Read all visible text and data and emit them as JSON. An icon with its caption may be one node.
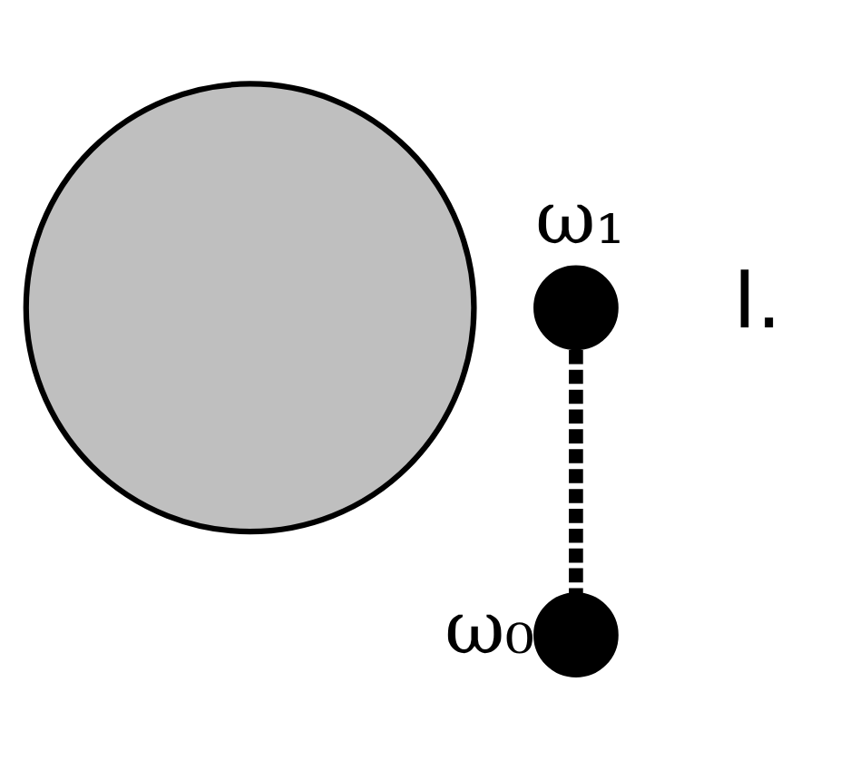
{
  "diagram": {
    "nodes": [
      {
        "text": [],
        "shape": "circle"
      },
      {
        "text": [],
        "shape": "circle",
        "beside": [
          "ω₁"
        ]
      },
      {
        "text": [],
        "shape": "circle",
        "beside": [
          "ω₀"
        ]
      }
    ],
    "edges": [
      {
        "from": 1,
        "to": 2,
        "arrow": "none",
        "style": "dashed"
      }
    ],
    "labels": [
      "I."
    ]
  }
}
